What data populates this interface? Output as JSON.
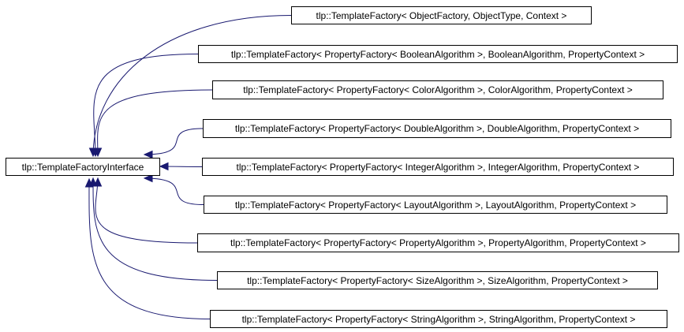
{
  "diagram": {
    "base": {
      "id": "base",
      "label": "tlp::TemplateFactoryInterface"
    },
    "derived": [
      {
        "id": "object-factory",
        "label": "tlp::TemplateFactory< ObjectFactory, ObjectType, Context >"
      },
      {
        "id": "boolean-factory",
        "label": "tlp::TemplateFactory< PropertyFactory< BooleanAlgorithm >, BooleanAlgorithm, PropertyContext >"
      },
      {
        "id": "color-factory",
        "label": "tlp::TemplateFactory< PropertyFactory< ColorAlgorithm >, ColorAlgorithm, PropertyContext >"
      },
      {
        "id": "double-factory",
        "label": "tlp::TemplateFactory< PropertyFactory< DoubleAlgorithm >, DoubleAlgorithm, PropertyContext >"
      },
      {
        "id": "integer-factory",
        "label": "tlp::TemplateFactory< PropertyFactory< IntegerAlgorithm >, IntegerAlgorithm, PropertyContext >"
      },
      {
        "id": "layout-factory",
        "label": "tlp::TemplateFactory< PropertyFactory< LayoutAlgorithm >, LayoutAlgorithm, PropertyContext >"
      },
      {
        "id": "property-factory",
        "label": "tlp::TemplateFactory< PropertyFactory< PropertyAlgorithm >, PropertyAlgorithm, PropertyContext >"
      },
      {
        "id": "size-factory",
        "label": "tlp::TemplateFactory< PropertyFactory< SizeAlgorithm >, SizeAlgorithm, PropertyContext >"
      },
      {
        "id": "string-factory",
        "label": "tlp::TemplateFactory< PropertyFactory< StringAlgorithm >, StringAlgorithm, PropertyContext >"
      }
    ],
    "edge_color": "#191970"
  }
}
